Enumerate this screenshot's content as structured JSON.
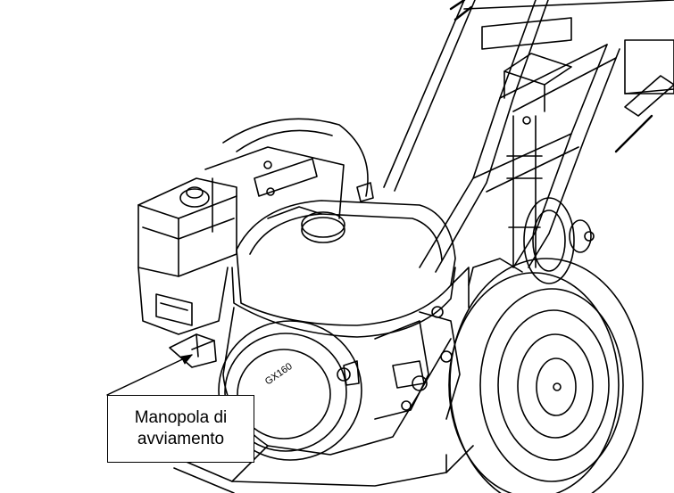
{
  "callout": {
    "line1": "Manopola  di",
    "line2": "avviamento"
  },
  "engine_cover_text": "GX160",
  "colors": {
    "line": "#000000",
    "background": "#ffffff"
  }
}
